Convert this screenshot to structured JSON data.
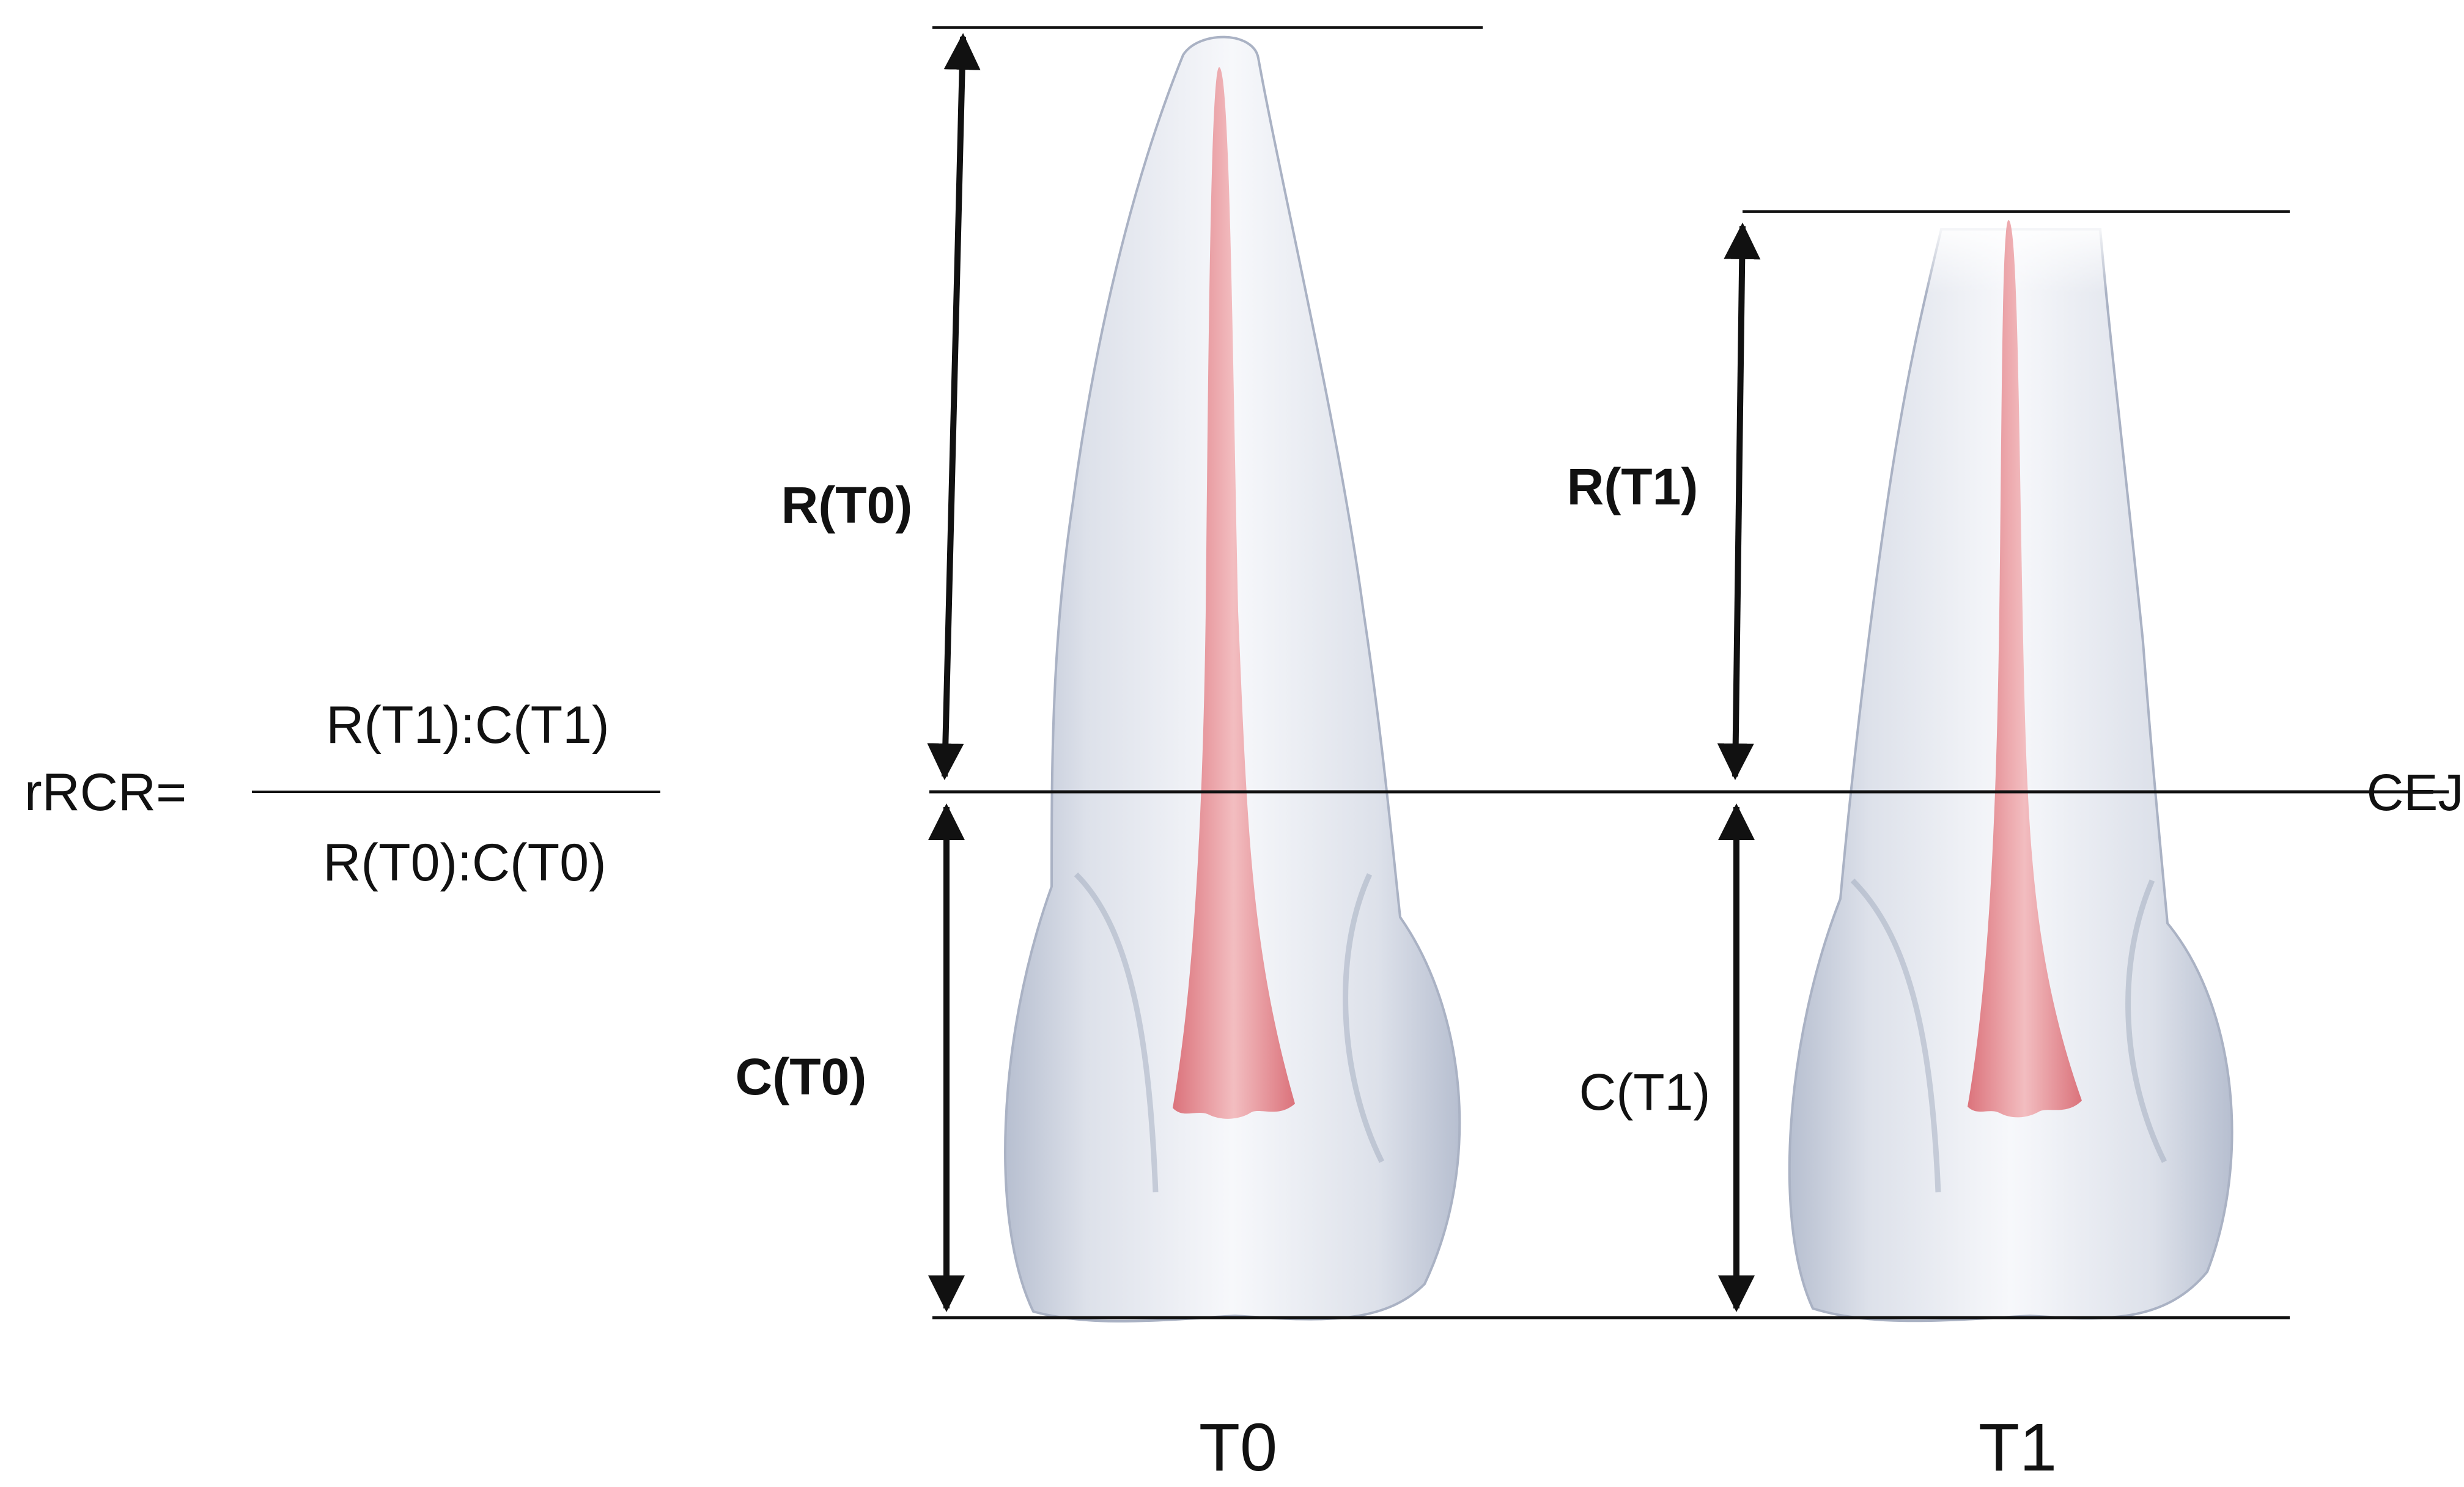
{
  "formula": {
    "lhs": "rRCR=",
    "numerator": "R(T1):C(T1)",
    "denominator": "R(T0):C(T0)"
  },
  "reference_line_label": "CEJ",
  "measurements": {
    "root_t0": "R(T0)",
    "crown_t0": "C(T0)",
    "root_t1": "R(T1)",
    "crown_t1": "C(T1)"
  },
  "captions": {
    "t0": "T0",
    "t1": "T1"
  },
  "colors": {
    "line": "#111111",
    "tooth_fill": "#e4e7ee",
    "tooth_edge": "#aab2c4",
    "pulp": "#e07a80"
  }
}
